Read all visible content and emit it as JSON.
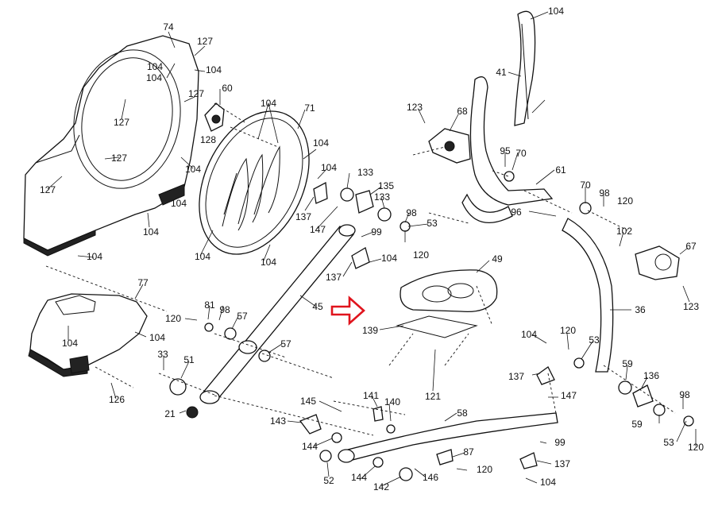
{
  "highlight": {
    "part": "45",
    "color": "#e0141d"
  },
  "labels": [
    {
      "id": "74",
      "text": "74"
    },
    {
      "id": "127a",
      "text": "127"
    },
    {
      "id": "104a",
      "text": "104"
    },
    {
      "id": "104b",
      "text": "104"
    },
    {
      "id": "127b",
      "text": "127"
    },
    {
      "id": "60",
      "text": "60"
    },
    {
      "id": "127c",
      "text": "127"
    },
    {
      "id": "128",
      "text": "128"
    },
    {
      "id": "127d",
      "text": "127"
    },
    {
      "id": "104c",
      "text": "104"
    },
    {
      "id": "127e",
      "text": "127"
    },
    {
      "id": "104d",
      "text": "104"
    },
    {
      "id": "104e",
      "text": "104"
    },
    {
      "id": "71",
      "text": "71"
    },
    {
      "id": "104f",
      "text": "104"
    },
    {
      "id": "104g",
      "text": "104"
    },
    {
      "id": "104h",
      "text": "104"
    },
    {
      "id": "133a",
      "text": "133"
    },
    {
      "id": "135",
      "text": "135"
    },
    {
      "id": "133b",
      "text": "133"
    },
    {
      "id": "137a",
      "text": "137"
    },
    {
      "id": "147a",
      "text": "147"
    },
    {
      "id": "98a",
      "text": "98"
    },
    {
      "id": "53a",
      "text": "53"
    },
    {
      "id": "99a",
      "text": "99"
    },
    {
      "id": "104i",
      "text": "104"
    },
    {
      "id": "120a",
      "text": "120"
    },
    {
      "id": "137b",
      "text": "137"
    },
    {
      "id": "104j",
      "text": "104"
    },
    {
      "id": "104k",
      "text": "104"
    },
    {
      "id": "104l",
      "text": "104"
    },
    {
      "id": "104m",
      "text": "104"
    },
    {
      "id": "41",
      "text": "41"
    },
    {
      "id": "104n",
      "text": "104"
    },
    {
      "id": "123a",
      "text": "123"
    },
    {
      "id": "68",
      "text": "68"
    },
    {
      "id": "95",
      "text": "95"
    },
    {
      "id": "70a",
      "text": "70"
    },
    {
      "id": "61",
      "text": "61"
    },
    {
      "id": "70b",
      "text": "70"
    },
    {
      "id": "98b",
      "text": "98"
    },
    {
      "id": "120b",
      "text": "120"
    },
    {
      "id": "96",
      "text": "96"
    },
    {
      "id": "102",
      "text": "102"
    },
    {
      "id": "67",
      "text": "67"
    },
    {
      "id": "123b",
      "text": "123"
    },
    {
      "id": "36",
      "text": "36"
    },
    {
      "id": "49",
      "text": "49"
    },
    {
      "id": "77",
      "text": "77"
    },
    {
      "id": "104o",
      "text": "104"
    },
    {
      "id": "104p",
      "text": "104"
    },
    {
      "id": "126",
      "text": "126"
    },
    {
      "id": "120c",
      "text": "120"
    },
    {
      "id": "81",
      "text": "81"
    },
    {
      "id": "98c",
      "text": "98"
    },
    {
      "id": "57a",
      "text": "57"
    },
    {
      "id": "45",
      "text": "45"
    },
    {
      "id": "139",
      "text": "139"
    },
    {
      "id": "57b",
      "text": "57"
    },
    {
      "id": "33",
      "text": "33"
    },
    {
      "id": "51",
      "text": "51"
    },
    {
      "id": "21",
      "text": "21"
    },
    {
      "id": "121",
      "text": "121"
    },
    {
      "id": "104q",
      "text": "104"
    },
    {
      "id": "120d",
      "text": "120"
    },
    {
      "id": "53b",
      "text": "53"
    },
    {
      "id": "137c",
      "text": "137"
    },
    {
      "id": "147b",
      "text": "147"
    },
    {
      "id": "59a",
      "text": "59"
    },
    {
      "id": "136",
      "text": "136"
    },
    {
      "id": "98d",
      "text": "98"
    },
    {
      "id": "59b",
      "text": "59"
    },
    {
      "id": "53c",
      "text": "53"
    },
    {
      "id": "120e",
      "text": "120"
    },
    {
      "id": "145",
      "text": "145"
    },
    {
      "id": "141",
      "text": "141"
    },
    {
      "id": "140",
      "text": "140"
    },
    {
      "id": "58",
      "text": "58"
    },
    {
      "id": "143",
      "text": "143"
    },
    {
      "id": "144a",
      "text": "144"
    },
    {
      "id": "99b",
      "text": "99"
    },
    {
      "id": "87",
      "text": "87"
    },
    {
      "id": "120f",
      "text": "120"
    },
    {
      "id": "137d",
      "text": "137"
    },
    {
      "id": "52",
      "text": "52"
    },
    {
      "id": "144b",
      "text": "144"
    },
    {
      "id": "142",
      "text": "142"
    },
    {
      "id": "146",
      "text": "146"
    },
    {
      "id": "104r",
      "text": "104"
    }
  ]
}
